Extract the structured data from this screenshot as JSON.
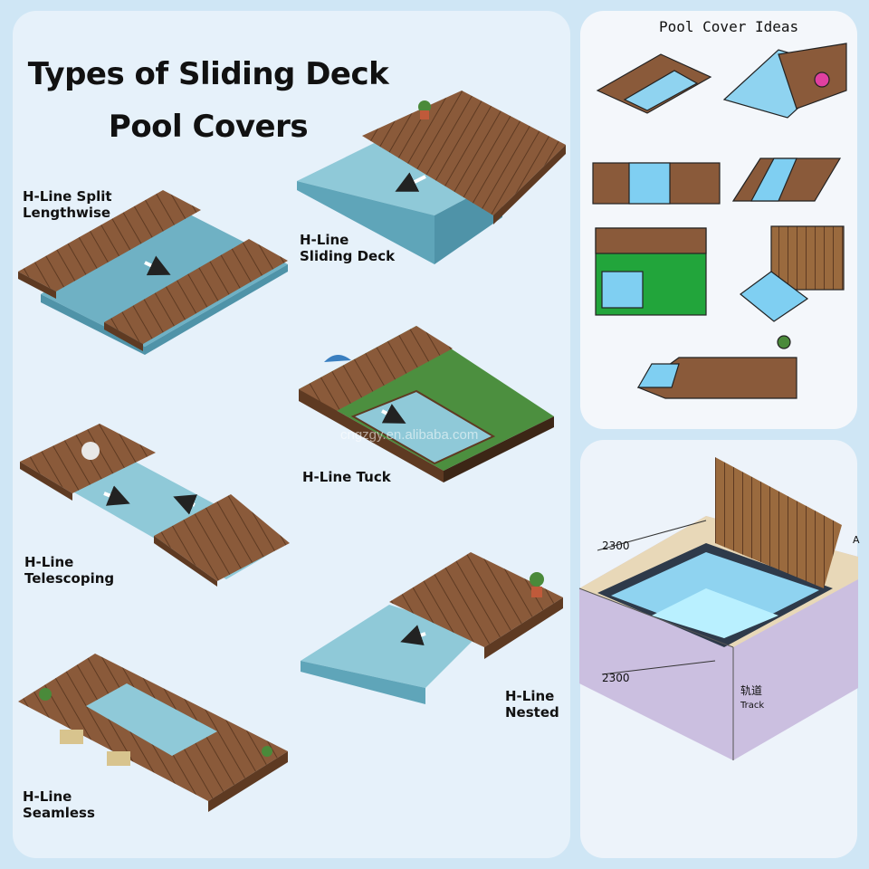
{
  "main": {
    "title_line1": "Types of Sliding Deck",
    "title_line2": "Pool Covers"
  },
  "covers": [
    {
      "line1": "H-Line Split",
      "line2": "Lengthwise"
    },
    {
      "line1": "H-Line",
      "line2": "Sliding Deck"
    },
    {
      "line1": "H-Line Tuck"
    },
    {
      "line1": "H-Line",
      "line2": "Telescoping"
    },
    {
      "line1": "H-Line",
      "line2": "Nested"
    },
    {
      "line1": "H-Line",
      "line2": "Seamless"
    }
  ],
  "ideas": {
    "title": "Pool Cover Ideas"
  },
  "drawing": {
    "dim_top": "2300",
    "dim_left": "2300",
    "track_cn": "轨道",
    "track_en": "Track",
    "edge_label": "A"
  },
  "watermark": "cngzgy.en.alibaba.com",
  "colors": {
    "deck": "#8a5a3a",
    "deck_dark": "#5e3a22",
    "water": "#8fc9d8",
    "grass": "#4c8f3f",
    "panel_bg": "#e6f1fa"
  }
}
